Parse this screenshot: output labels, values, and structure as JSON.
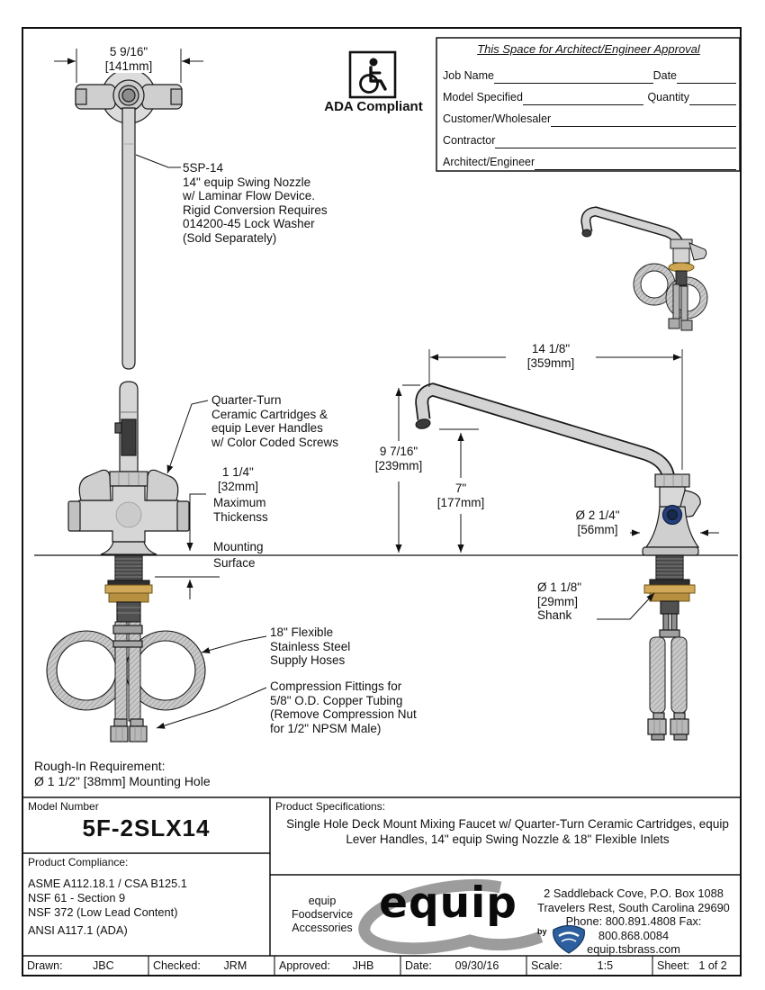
{
  "approval": {
    "title": "This Space for Architect/Engineer Approval",
    "job_name_label": "Job Name",
    "date_label": "Date",
    "model_specified_label": "Model Specified",
    "quantity_label": "Quantity",
    "customer_label": "Customer/Wholesaler",
    "contractor_label": "Contractor",
    "architect_label": "Architect/Engineer"
  },
  "ada": {
    "label": "ADA Compliant"
  },
  "plan_view": {
    "width_in": "5 9/16\"",
    "width_mm": "[141mm]"
  },
  "nozzle_callout": {
    "l1": "5SP-14",
    "l2": "14\" equip Swing Nozzle",
    "l3": "w/ Laminar Flow Device.",
    "l4": "Rigid Conversion Requires",
    "l5": "014200-45 Lock Washer",
    "l6": "(Sold Separately)"
  },
  "cartridge_callout": {
    "l1": "Quarter-Turn",
    "l2": "Ceramic Cartridges &",
    "l3": "equip Lever Handles",
    "l4": "w/ Color Coded Screws"
  },
  "thickness": {
    "in": "1 1/4\"",
    "mm": "[32mm]",
    "l3": "Maximum",
    "l4": "Thickenss"
  },
  "mounting": {
    "l1": "Mounting",
    "l2": "Surface"
  },
  "hose_callout": {
    "l1": "18\" Flexible",
    "l2": "Stainless Steel",
    "l3": "Supply Hoses"
  },
  "compression_callout": {
    "l1": "Compression Fittings for",
    "l2": "5/8\" O.D. Copper Tubing",
    "l3": "(Remove Compression Nut",
    "l4": "for 1/2\" NPSM Male)"
  },
  "dims": {
    "nozzle_in": "14 1/8\"",
    "nozzle_mm": "[359mm]",
    "height_in": "9 7/16\"",
    "height_mm": "[239mm]",
    "clear_in": "7\"",
    "clear_mm": "[177mm]",
    "flange_in": "Ø 2 1/4\"",
    "flange_mm": "[56mm]",
    "shank_in": "Ø 1 1/8\"",
    "shank_mm": "[29mm]",
    "shank_label": "Shank"
  },
  "rough_in": {
    "l1": "Rough-In Requirement:",
    "l2": "Ø 1 1/2\" [38mm] Mounting Hole"
  },
  "colors": {
    "brass": "#d2a958",
    "screw_navy": "#24407c",
    "logo_gray": "#9c9c9c",
    "ts_blue": "#2d5f9e"
  },
  "title_block": {
    "model_number_label": "Model Number",
    "model_number": "5F-2SLX14",
    "compliance_label": "Product Compliance:",
    "compliance_1": "ASME A112.18.1 / CSA B125.1",
    "compliance_2": "NSF 61 - Section 9",
    "compliance_3": "NSF 372 (Low Lead Content)",
    "compliance_4": "ANSI A117.1 (ADA)",
    "specs_label": "Product Specifications:",
    "specs_text": "Single Hole Deck Mount Mixing Faucet w/ Quarter-Turn Ceramic Cartridges, equip Lever Handles, 14\" equip Swing Nozzle & 18\" Flexible Inlets",
    "brand_line1": "equip",
    "brand_line2": "Foodservice",
    "brand_line3": "Accessories",
    "logo_text": "equip",
    "logo_by": "by",
    "address_1": "2 Saddleback Cove, P.O. Box 1088",
    "address_2": "Travelers Rest, South Carolina 29690",
    "address_3": "Phone: 800.891.4808  Fax: 800.868.0084",
    "address_4": "equip.tsbrass.com",
    "footer": {
      "drawn_label": "Drawn:",
      "drawn": "JBC",
      "checked_label": "Checked:",
      "checked": "JRM",
      "approved_label": "Approved:",
      "approved": "JHB",
      "date_label": "Date:",
      "date": "09/30/16",
      "scale_label": "Scale:",
      "scale": "1:5",
      "sheet_label": "Sheet:",
      "sheet": "1 of 2"
    }
  }
}
